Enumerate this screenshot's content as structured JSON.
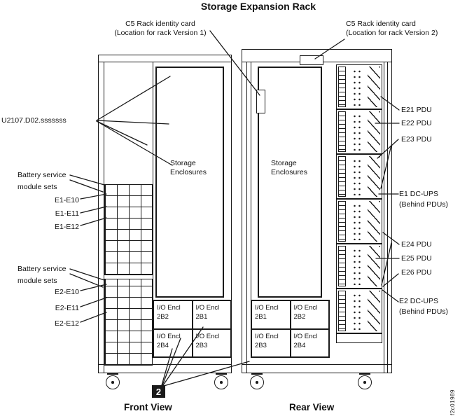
{
  "title": "Storage Expansion Rack",
  "figure_id": "f2c01989",
  "callout": {
    "number": "2"
  },
  "front_rack": {
    "c5_card": {
      "line1": "C5 Rack identity card",
      "line2": "(Location for rack Version 1)"
    },
    "rack_id": "U2107.D02.sssssss",
    "battery_upper": {
      "title_line1": "Battery service",
      "title_line2": "module sets",
      "sets": [
        "E1-E10",
        "E1-E11",
        "E1-E12"
      ]
    },
    "battery_lower": {
      "title_line1": "Battery service",
      "title_line2": "module sets",
      "sets": [
        "E2-E10",
        "E2-E11",
        "E2-E12"
      ]
    },
    "storage_enclosures": {
      "line1": "Storage",
      "line2": "Enclosures"
    },
    "io_enclosures": [
      {
        "line1": "I/O Encl",
        "line2": "2B2"
      },
      {
        "line1": "I/O Encl",
        "line2": "2B1"
      },
      {
        "line1": "I/O Encl",
        "line2": "2B4"
      },
      {
        "line1": "I/O Encl",
        "line2": "2B3"
      }
    ],
    "view_label": "Front View"
  },
  "rear_rack": {
    "c5_card": {
      "line1": "C5 Rack identity card",
      "line2": "(Location for rack Version 2)"
    },
    "storage_enclosures": {
      "line1": "Storage",
      "line2": "Enclosures"
    },
    "pdus_upper": [
      "E21 PDU",
      "E22 PDU",
      "E23 PDU"
    ],
    "dc_ups_upper": {
      "line1": "E1 DC-UPS",
      "line2": "(Behind PDUs)"
    },
    "pdus_lower": [
      "E24 PDU",
      "E25 PDU",
      "E26 PDU"
    ],
    "dc_ups_lower": {
      "line1": "E2 DC-UPS",
      "line2": "(Behind PDUs)"
    },
    "io_enclosures": [
      {
        "line1": "I/O Encl",
        "line2": "2B1"
      },
      {
        "line1": "I/O Encl",
        "line2": "2B2"
      },
      {
        "line1": "I/O Encl",
        "line2": "2B3"
      },
      {
        "line1": "I/O Encl",
        "line2": "2B4"
      }
    ],
    "view_label": "Rear View"
  },
  "colors": {
    "line": "#1a1a1a",
    "background": "#ffffff",
    "callout_bg": "#1a1a1a",
    "callout_text": "#ffffff"
  }
}
